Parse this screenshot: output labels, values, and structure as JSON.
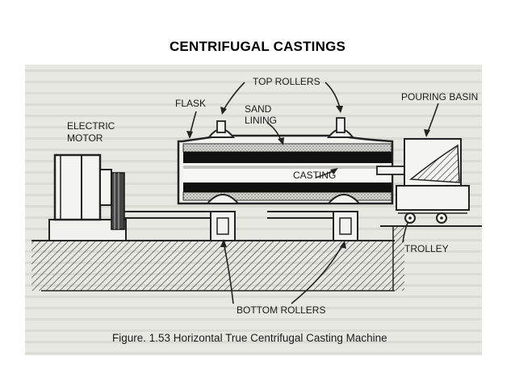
{
  "page": {
    "title": "CENTRIFUGAL CASTINGS"
  },
  "diagram": {
    "labels": {
      "electric_motor_line1": "ELECTRIC",
      "electric_motor_line2": "MOTOR",
      "flask": "FLASK",
      "top_rollers": "TOP ROLLERS",
      "sand_lining_line1": "SAND",
      "sand_lining_line2": "LINING",
      "pouring_basin": "POURING BASIN",
      "casting": "CASTING",
      "trolley": "TROLLEY",
      "bottom_rollers": "BOTTOM ROLLERS"
    },
    "caption": "Figure. 1.53 Horizontal True Centrifugal Casting Machine"
  },
  "colors": {
    "scan_background": "#e8e8e3",
    "ink": "#1a1a1a",
    "faint_text": "#b9b9b3"
  }
}
